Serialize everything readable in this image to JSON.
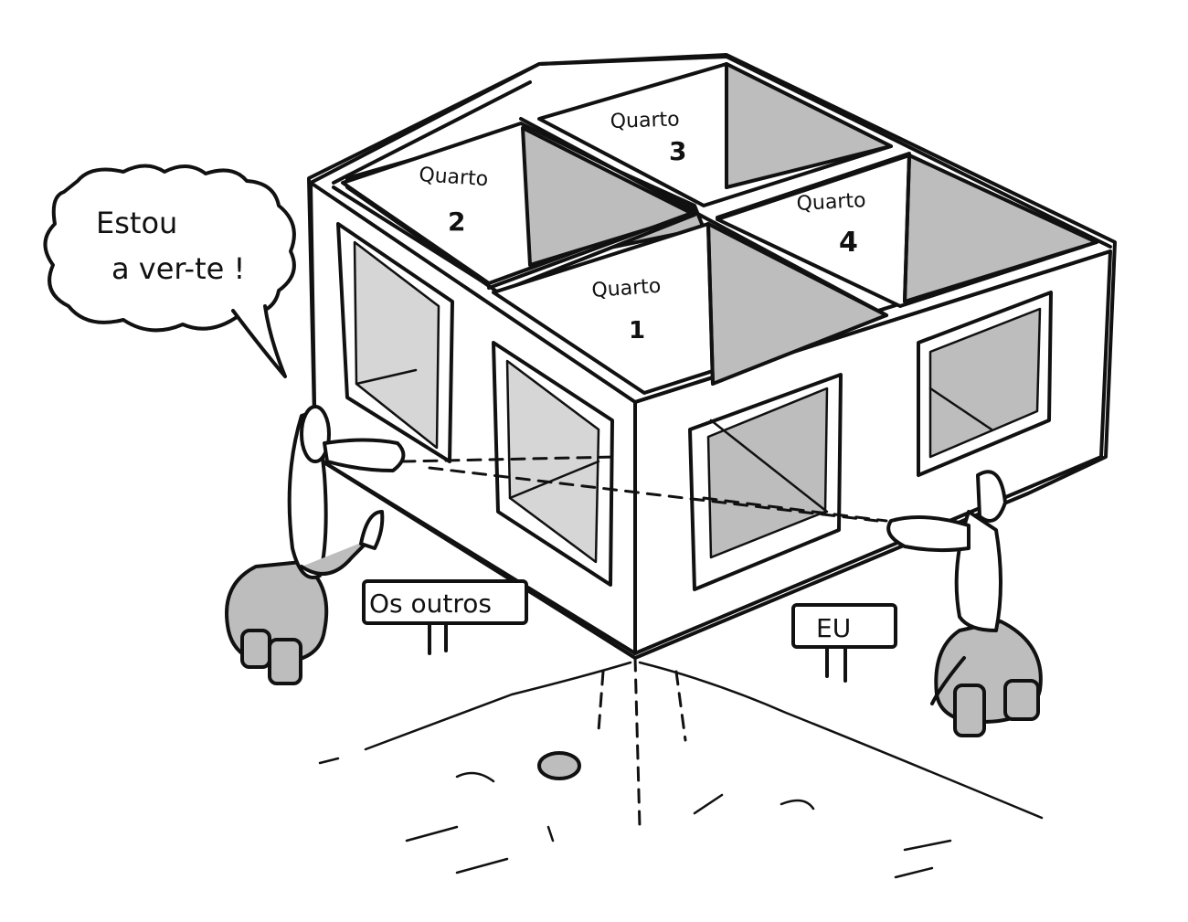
{
  "speech_bubble": {
    "line1": "Estou",
    "line2": "a ver-te !"
  },
  "rooms": [
    {
      "label": "Quarto",
      "number": "1"
    },
    {
      "label": "Quarto",
      "number": "2"
    },
    {
      "label": "Quarto",
      "number": "3"
    },
    {
      "label": "Quarto",
      "number": "4"
    }
  ],
  "signs": {
    "others": "Os outros",
    "me": "EU"
  }
}
